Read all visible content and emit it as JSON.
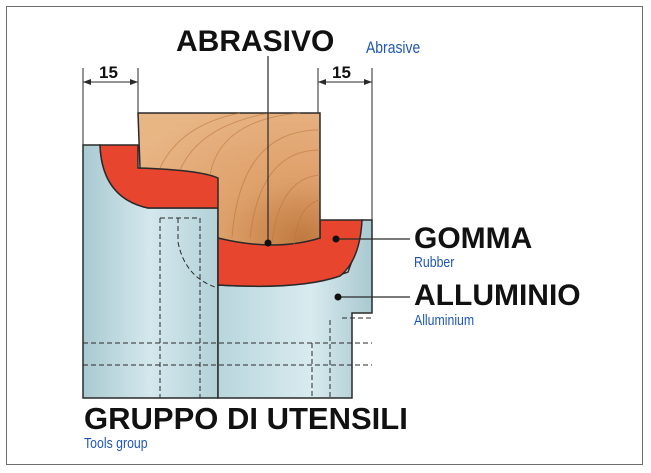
{
  "labels": {
    "abrasive_main": "ABRASIVO",
    "abrasive_sub": "Abrasive",
    "rubber_main": "GOMMA",
    "rubber_sub": "Rubber",
    "aluminium_main": "ALLUMINIO",
    "aluminium_sub": "Alluminium",
    "group_main": "GRUPPO DI UTENSILI",
    "group_sub": "Tools group"
  },
  "dimensions": {
    "left_width": "15",
    "right_width": "15"
  },
  "colors": {
    "wood": "#d9955a",
    "rubber": "#e8452e",
    "aluminium": "#c3dde3",
    "subtitle": "#1f56b5"
  }
}
